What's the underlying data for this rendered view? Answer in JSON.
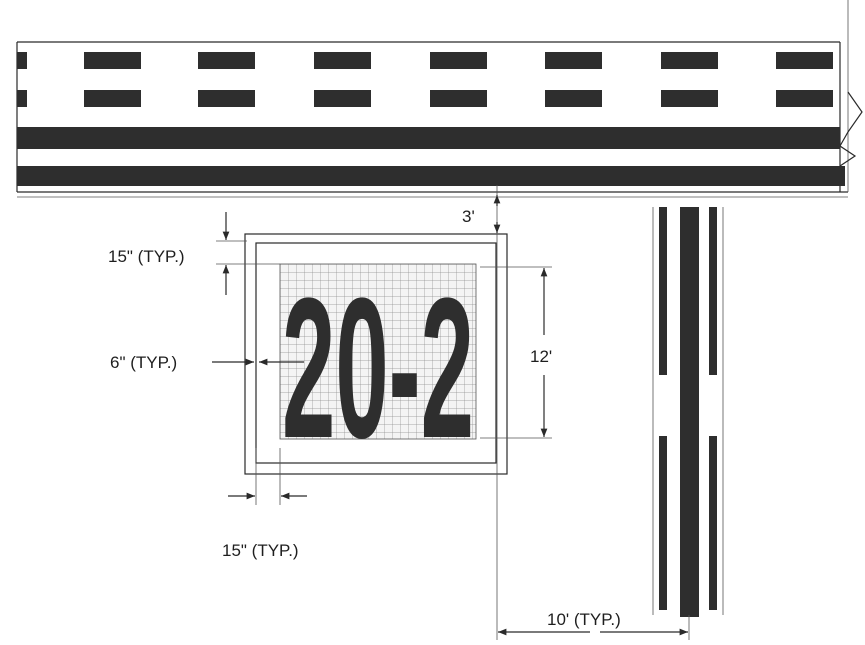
{
  "marking": {
    "number_text": "20-2"
  },
  "labels": {
    "border_top": "15\" (TYP.)",
    "inner_gap": "6\" (TYP.)",
    "border_bottom": "15\" (TYP.)",
    "offset": "3'",
    "height": "12'",
    "spacing": "10' (TYP.)"
  },
  "colors": {
    "stripe": "#2e2e2e",
    "line": "#2a2a2a",
    "grid": "#9a9a9a"
  }
}
